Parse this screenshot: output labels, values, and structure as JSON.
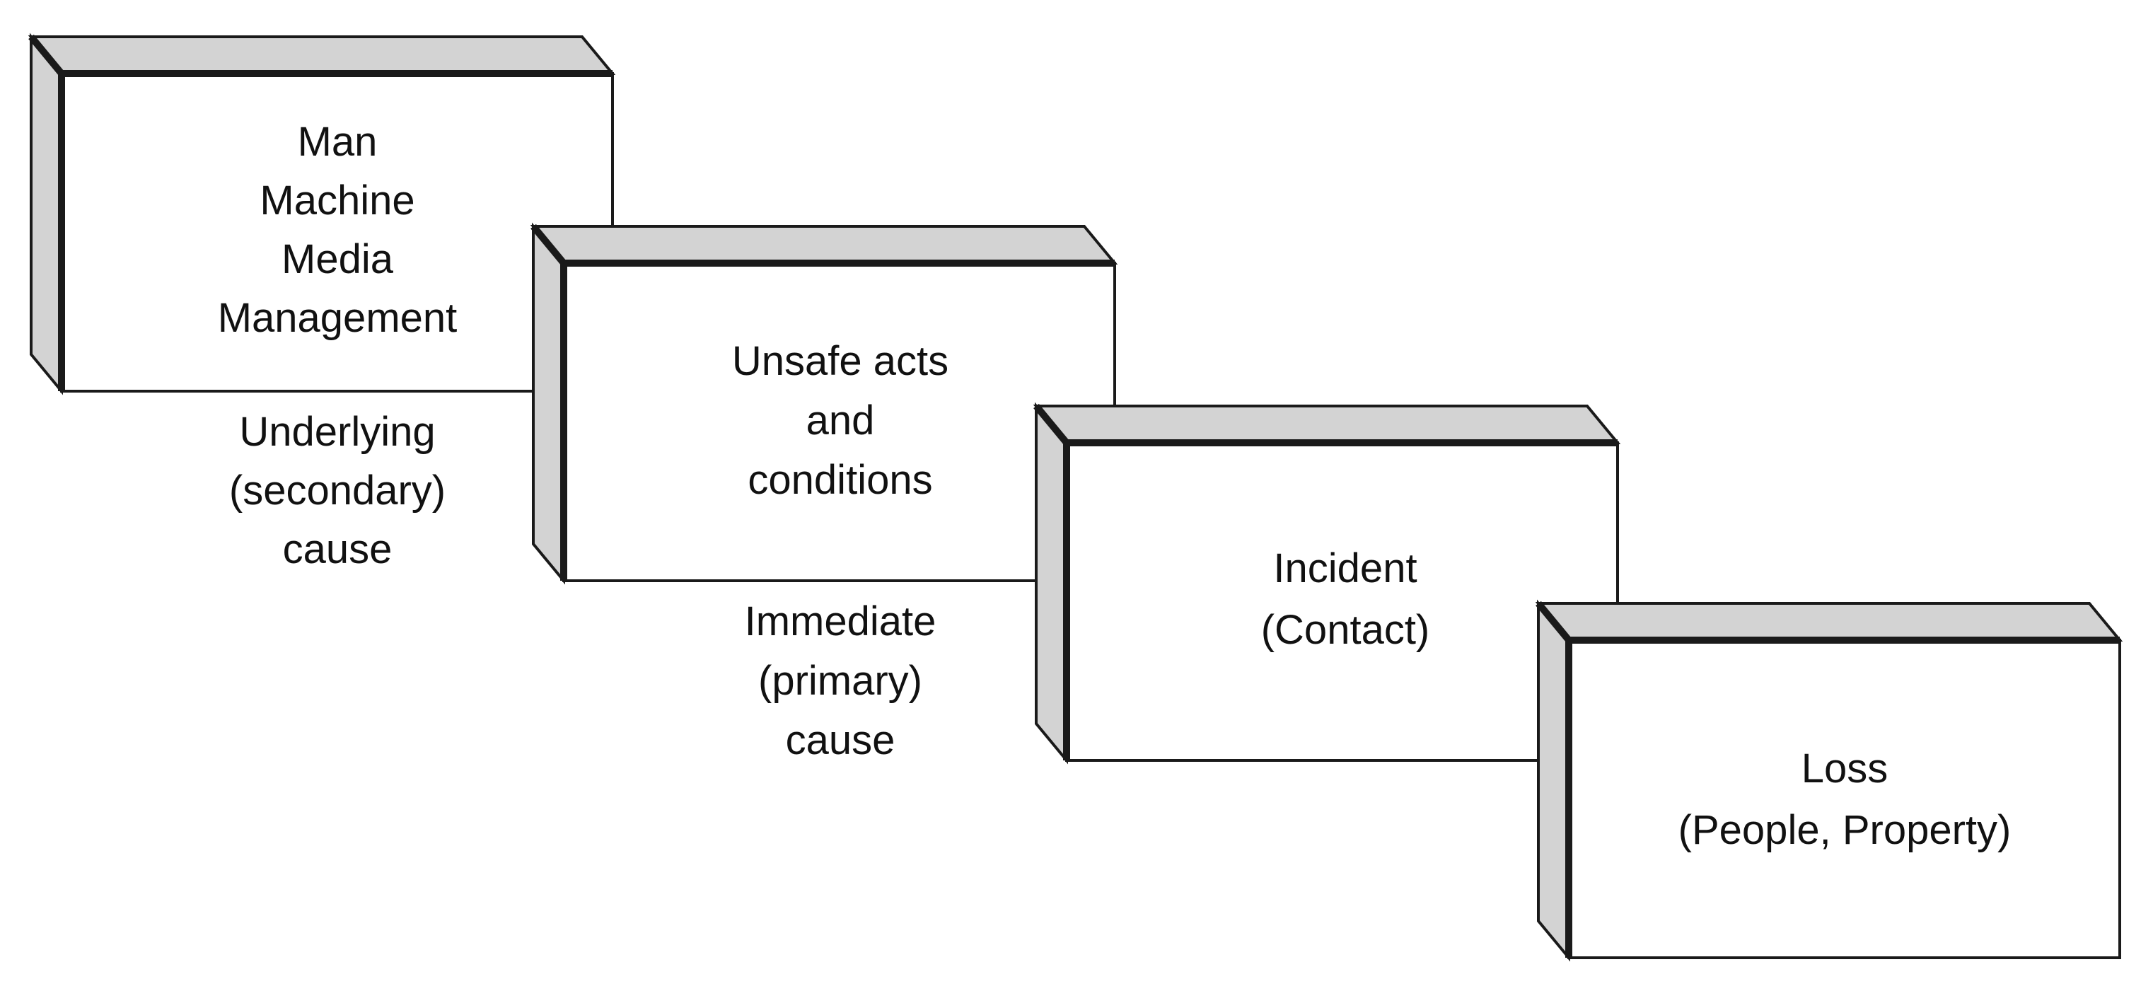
{
  "blocks": [
    {
      "name": "block-underlying-factors",
      "lines": [
        "Man",
        "Machine",
        "Media",
        "Management"
      ],
      "caption": [
        "Underlying",
        "(secondary)",
        "cause"
      ]
    },
    {
      "name": "block-unsafe-acts",
      "lines": [
        "Unsafe acts",
        "and",
        "conditions"
      ],
      "caption": [
        "Immediate",
        "(primary)",
        "cause"
      ]
    },
    {
      "name": "block-incident",
      "lines": [
        "Incident",
        "(Contact)"
      ],
      "caption": []
    },
    {
      "name": "block-loss",
      "lines": [
        "Loss",
        "(People, Property)"
      ],
      "caption": []
    }
  ],
  "colors": {
    "front_face": "#ffffff",
    "side_faces": "#d3d3d3",
    "outline": "#1a1a1a",
    "text": "#111111"
  }
}
